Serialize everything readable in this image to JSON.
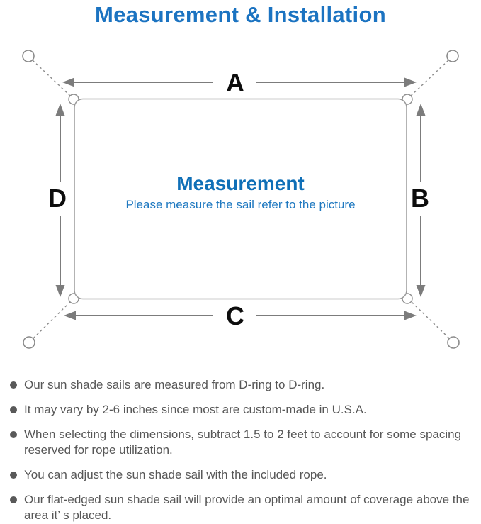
{
  "page": {
    "title": "Measurement & Installation"
  },
  "diagram": {
    "dimension_labels": {
      "top": "A",
      "right": "B",
      "bottom": "C",
      "left": "D"
    },
    "center": {
      "heading": "Measurement",
      "subheading": "Please measure the sail refer to the picture"
    }
  },
  "notes": {
    "items": [
      "Our sun shade sails are measured from D-ring to D-ring.",
      "It may vary by 2-6 inches since most are custom-made in U.S.A.",
      "When selecting the dimensions, subtract 1.5 to 2 feet to account for some spacing reserved for rope utilization.",
      "You can adjust the sun shade sail with the included rope.",
      "Our flat-edged sun shade sail will provide an optimal amount of coverage above the area it’ s placed."
    ]
  },
  "colors": {
    "accent_blue": "#1b73c1",
    "heading_blue": "#0f6fb7",
    "subheading_blue": "#1e78c0",
    "text_gray": "#575757",
    "line_gray": "#7c7c7c",
    "outline_gray": "#9a9a9a"
  }
}
